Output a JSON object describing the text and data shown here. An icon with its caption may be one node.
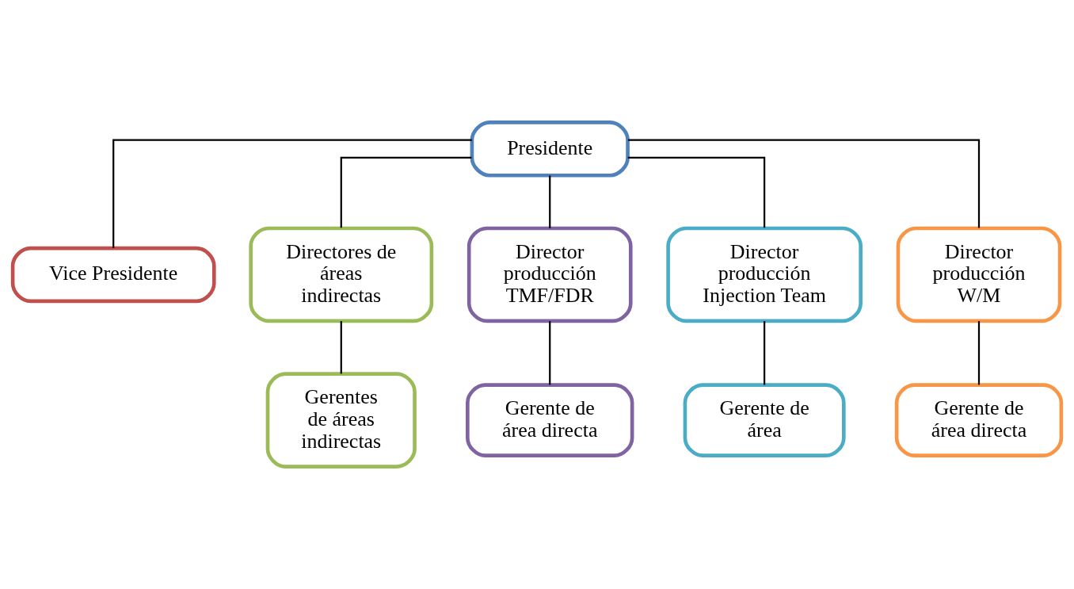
{
  "diagram": {
    "nodes": [
      {
        "text": [
          "Presidente"
        ]
      },
      {
        "text": [
          "Vice Presidente"
        ]
      },
      {
        "text": [
          "Directores de áreas indirectas"
        ]
      },
      {
        "text": [
          "Director producción TMF/FDR"
        ]
      },
      {
        "text": [
          "Director producción Injection Team"
        ]
      },
      {
        "text": [
          "Director producción W/M"
        ]
      },
      {
        "text": [
          "Gerentes de áreas indirectas"
        ]
      },
      {
        "text": [
          "Gerente de área directa"
        ]
      },
      {
        "text": [
          "Gerente de área"
        ]
      },
      {
        "text": [
          "Gerente de área directa"
        ]
      }
    ],
    "edges": [
      {
        "from": 0,
        "to": 1,
        "arrow": "none"
      },
      {
        "from": 0,
        "to": 2,
        "arrow": "none"
      },
      {
        "from": 0,
        "to": 3,
        "arrow": "none"
      },
      {
        "from": 0,
        "to": 4,
        "arrow": "none"
      },
      {
        "from": 0,
        "to": 5,
        "arrow": "none"
      },
      {
        "from": 2,
        "to": 6,
        "arrow": "none"
      },
      {
        "from": 3,
        "to": 7,
        "arrow": "none"
      },
      {
        "from": 4,
        "to": 8,
        "arrow": "none"
      },
      {
        "from": 5,
        "to": 9,
        "arrow": "none"
      }
    ]
  }
}
